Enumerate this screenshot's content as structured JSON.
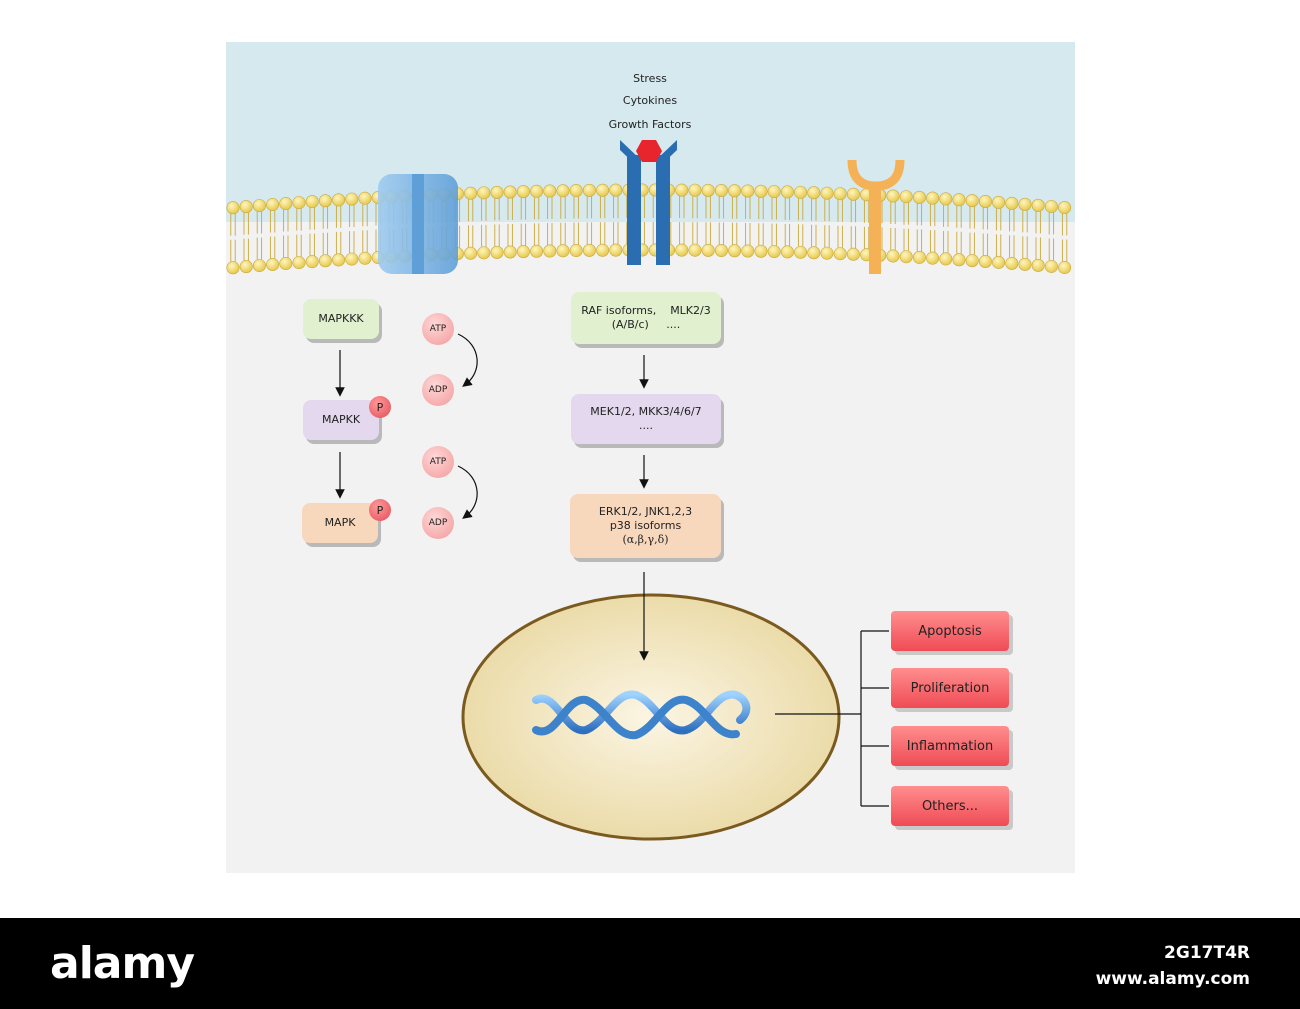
{
  "stimuli": {
    "line1": "Stress",
    "line2": "Cytokines",
    "line3": "Growth Factors"
  },
  "generic_cascade": {
    "mapkkk": "MAPKKK",
    "mapkk": "MAPKK",
    "mapk": "MAPK",
    "phospho": "P",
    "atp1": "ATP",
    "adp1": "ADP",
    "atp2": "ATP",
    "adp2": "ADP"
  },
  "specific_cascade": {
    "tier1_line1": "RAF isoforms,    MLK2/3",
    "tier1_line2": "(A/B/c)     ....",
    "tier2_line1": "MEK1/2, MKK3/4/6/7",
    "tier2_line2": "....",
    "tier3_line1": "ERK1/2, JNK1,2,3",
    "tier3_line2": "p38 isoforms",
    "tier3_line3": "(α,β,γ,δ)"
  },
  "outcomes": [
    "Apoptosis",
    "Proliferation",
    "Inflammation",
    "Others..."
  ],
  "footer": {
    "brand": "alamy",
    "image_id": "2G17T4R",
    "url": "www.alamy.com"
  },
  "colors": {
    "extracellular": "#d6e9ef",
    "cytoplasm": "#f2f2f2",
    "lipid_head": "#f5dc6a",
    "receptor": "#2a6db0",
    "ligand": "#e8242c",
    "channel": "#7fbbea",
    "y_receptor": "#f4b155",
    "mapkkk_box": "#e1f0cf",
    "mapkk_box": "#e3d8ee",
    "mapk_box": "#f8d8bd",
    "nucleus_fill": "#efe3b9",
    "nucleus_border": "#7a5a1e",
    "outcome": "#f25c63"
  }
}
